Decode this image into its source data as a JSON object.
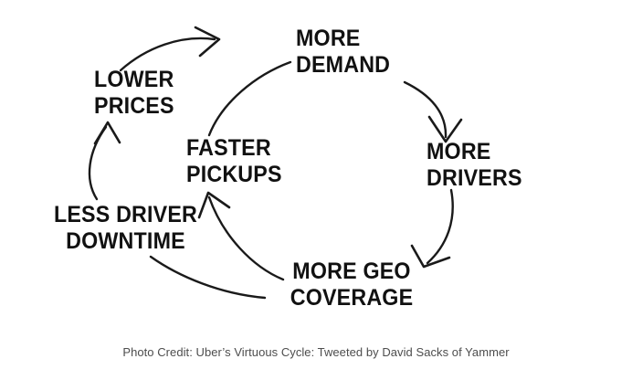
{
  "document": {
    "title": "Uber's Virtuous Cycle",
    "background_color": "#ffffff",
    "text_color": "#111111",
    "caption_color": "#4d4d4d",
    "stroke_color": "#1a1a1a"
  },
  "diagram": {
    "type": "cycle",
    "direction": "clockwise",
    "node_count": 6,
    "nodes": [
      {
        "id": "more-demand",
        "label": "MORE\nDEMAND",
        "line1": "MORE",
        "line2": "DEMAND",
        "align": "left",
        "position": "top"
      },
      {
        "id": "more-drivers",
        "label": "MORE\nDRIVERS",
        "line1": "MORE",
        "line2": "DRIVERS",
        "align": "left",
        "position": "right"
      },
      {
        "id": "more-geo",
        "label": "MORE GEO\nCOVERAGE",
        "line1": "MORE GEO",
        "line2": "COVERAGE",
        "align": "center",
        "position": "bottom"
      },
      {
        "id": "faster-pickups",
        "label": "FASTER\nPICKUPS",
        "line1": "FASTER",
        "line2": "PICKUPS",
        "align": "left",
        "position": "center"
      },
      {
        "id": "less-driver",
        "label": "LESS DRIVER\nDOWNTIME",
        "line1": "LESS DRIVER",
        "line2": "DOWNTIME",
        "align": "center",
        "position": "left"
      },
      {
        "id": "lower-prices",
        "label": "LOWER\nPRICES",
        "line1": "LOWER",
        "line2": "PRICES",
        "align": "left",
        "position": "top-left"
      }
    ],
    "edges": [
      {
        "id": "edge-demand-to-drivers",
        "from": "more-demand",
        "to": "more-drivers",
        "arrowhead": true
      },
      {
        "id": "edge-drivers-to-geo",
        "from": "more-drivers",
        "to": "more-geo",
        "arrowhead": true
      },
      {
        "id": "edge-geo-to-pickups",
        "from": "more-geo",
        "to": "faster-pickups",
        "arrowhead": true
      },
      {
        "id": "edge-geo-to-downtime",
        "from": "more-geo",
        "to": "less-driver",
        "arrowhead": false
      },
      {
        "id": "edge-downtime-to-prices",
        "from": "less-driver",
        "to": "lower-prices",
        "arrowhead": true
      },
      {
        "id": "edge-prices-to-demand",
        "from": "lower-prices",
        "to": "more-demand",
        "arrowhead": true
      },
      {
        "id": "edge-pickups-to-demand",
        "from": "faster-pickups",
        "to": "more-demand",
        "arrowhead": false
      }
    ]
  },
  "caption": {
    "text": "Photo Credit: Uber’s Virtuous Cycle: Tweeted by David Sacks of Yammer"
  }
}
